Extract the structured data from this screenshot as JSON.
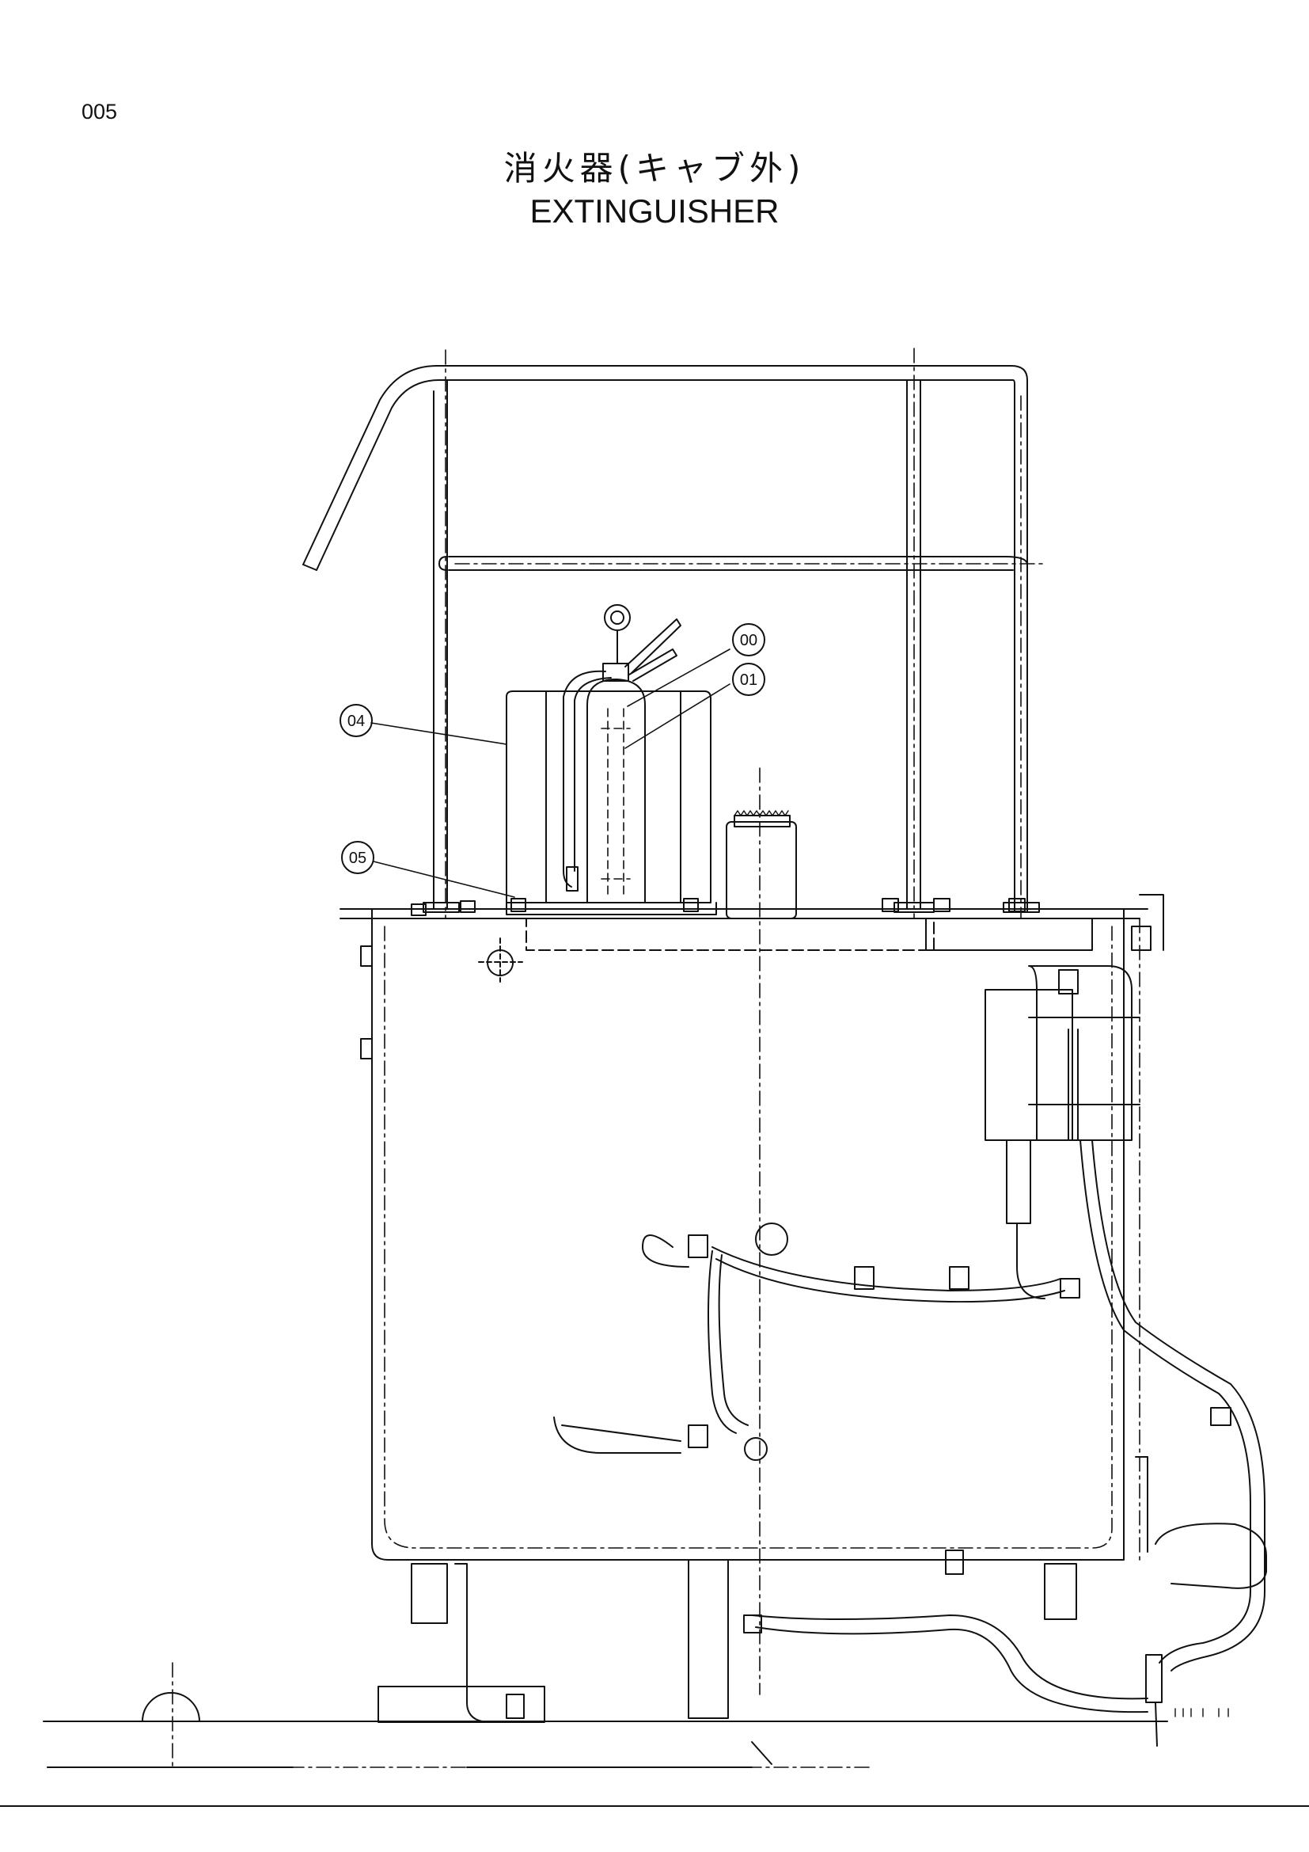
{
  "page": {
    "number": "005"
  },
  "title": {
    "japanese": "消火器(キャブ外)",
    "english": "EXTINGUISHER"
  },
  "callouts": [
    {
      "id": "00",
      "label": "00"
    },
    {
      "id": "01",
      "label": "01"
    },
    {
      "id": "04",
      "label": "04"
    },
    {
      "id": "05",
      "label": "05"
    }
  ],
  "colors": {
    "line": "#111111",
    "background": "#ffffff"
  }
}
